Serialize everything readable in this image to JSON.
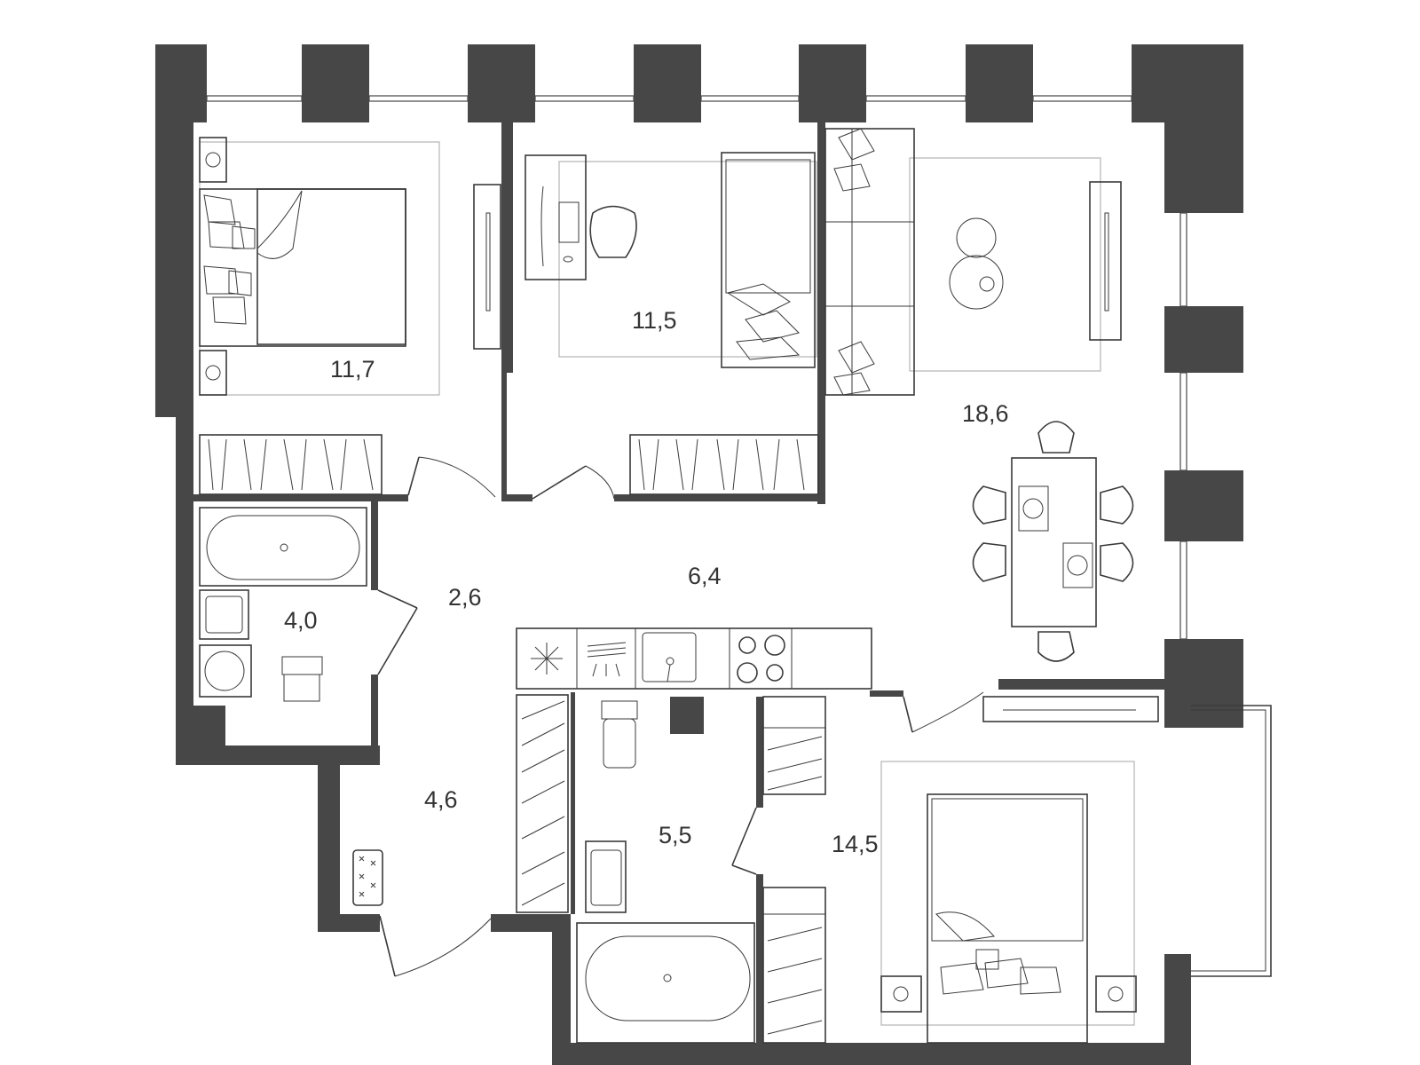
{
  "rooms": [
    {
      "id": "bedroom-1",
      "area": "11,7"
    },
    {
      "id": "bedroom-2",
      "area": "11,5"
    },
    {
      "id": "living-kitchen",
      "area": "18,6"
    },
    {
      "id": "hallway",
      "area": "6,4"
    },
    {
      "id": "corridor",
      "area": "2,6"
    },
    {
      "id": "bathroom-1",
      "area": "4,0"
    },
    {
      "id": "entrance-hall",
      "area": "4,6"
    },
    {
      "id": "bathroom-2",
      "area": "5,5"
    },
    {
      "id": "bedroom-3",
      "area": "14,5"
    }
  ],
  "colors": {
    "wall": "#474747",
    "line": "#3a3a3a",
    "background": "#ffffff"
  }
}
